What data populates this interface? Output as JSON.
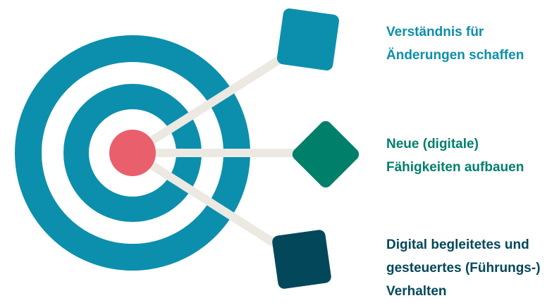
{
  "colors": {
    "target_ring": "#0C8FAD",
    "bullseye": "#E9606C",
    "connector": "#ECE8E2",
    "marker_1": "#0C8FAD",
    "marker_2": "#00806B",
    "marker_3": "#02485A",
    "background": "#FFFFFF"
  },
  "goals": [
    {
      "lines": [
        "Verständnis für",
        "Änderungen schaffen"
      ],
      "color": "#0C8FAD",
      "marker_icon": "square-marker"
    },
    {
      "lines": [
        "Neue (digitale)",
        "Fähigkeiten aufbauen"
      ],
      "color": "#00806B",
      "marker_icon": "diamond-marker"
    },
    {
      "lines": [
        "Digital begleitetes und",
        "gesteuertes (Führungs-)",
        "Verhalten"
      ],
      "color": "#02485A",
      "marker_icon": "square-marker"
    }
  ]
}
